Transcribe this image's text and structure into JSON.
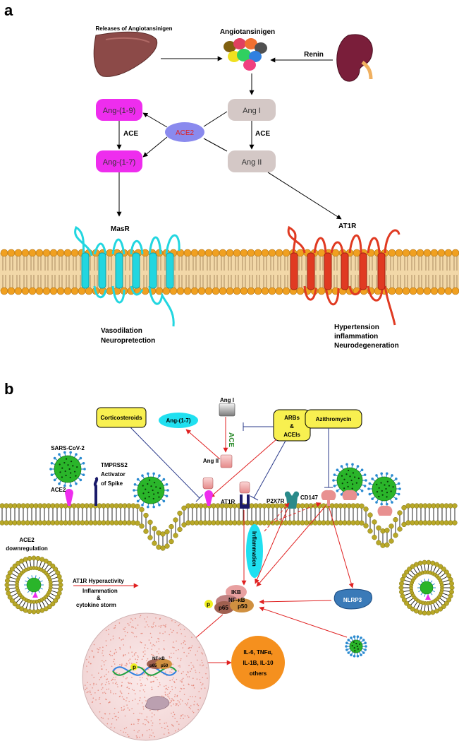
{
  "panel_a": {
    "label": "a",
    "releases_label": "Releases of Angiotansinigen",
    "angiotensinogen_label": "Angiotansinigen",
    "renin_label": "Renin",
    "ang_1_9": "Ang-(1-9)",
    "ang_1_7": "Ang-(1-7)",
    "ang_i": "Ang I",
    "ang_ii": "Ang II",
    "ace2": "ACE2",
    "ace_left": "ACE",
    "ace_right": "ACE",
    "masr": "MasR",
    "at1r": "AT1R",
    "vasodilation": "Vasodilation",
    "neuroprotection": "Neuropretection",
    "hypertension": "Hypertension",
    "inflammation": "inflammation",
    "neurodegeneration": "Neurodegeneration"
  },
  "panel_b": {
    "label": "b",
    "corticosteroids": "Corticosteroids",
    "ang_1_7": "Ang-(1-7)",
    "ang_i": "Ang I",
    "ace_vertical": "ACE",
    "ang_ii": "Ang II",
    "arbs_line1": "ARBs",
    "arbs_line2": "&",
    "arbs_line3": "ACEIs",
    "azithromycin": "Azithromycin",
    "sars_cov_2": "SARS-CoV-2",
    "tmprss2_line1": "TMPRSS2",
    "tmprss2_line2": "Activator",
    "tmprss2_line3": "of Spike",
    "ace2": "ACE2",
    "at1r": "AT1R",
    "p2x7r": "P2X7R",
    "cd147": "CD147",
    "ace2_down_line1": "ACE2",
    "ace2_down_line2": "downregulation",
    "at1r_hyper": "AT1R Hyperactivity",
    "inflammation_small": "Inflammation",
    "amp": "&",
    "cytokine": "cytokine storm",
    "inflammation_vertical": "Inflammation",
    "ikb": "IKB",
    "nfkb": "NF-κB",
    "p65": "p65",
    "p50": "p50",
    "p": "p",
    "nlrp3": "NLRP3",
    "nuc_nfkb": "NF-κB",
    "nuc_p65": "p65",
    "nuc_p50": "p50",
    "nuc_p": "p",
    "cytokines_line1": "IL-6, TNFα,",
    "cytokines_line2": "IL-1B, IL-10",
    "cytokines_line3": "others"
  },
  "colors": {
    "magenta": "#ee2dee",
    "gray_box": "#d4c8c6",
    "ace2_oval": "#8a8aee",
    "cyan_receptor": "#22d6e0",
    "red_receptor": "#e03a22",
    "membrane_head": "#f0a020",
    "membrane_tail": "#e8c080",
    "yellow_box": "#f8f050",
    "cyan_oval": "#20e0f0",
    "virus_green": "#2ab52a",
    "nlrp3": "#3a7ab8",
    "cytokine_orange": "#f5901e",
    "red_arrow": "#e02020",
    "blue_inhibit": "#2a3a8a"
  }
}
